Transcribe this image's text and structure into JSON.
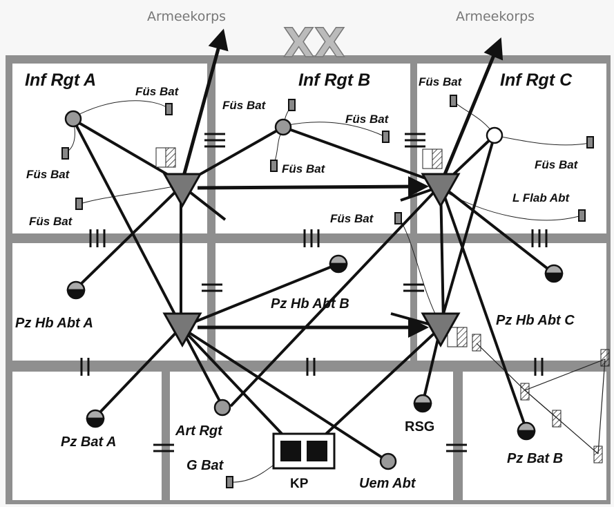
{
  "division_symbol": "XX",
  "labels": {
    "armeekorps_left": "Armeekorps",
    "armeekorps_right": "Armeekorps",
    "inf_rgt_a": "Inf Rgt A",
    "inf_rgt_b": "Inf Rgt B",
    "inf_rgt_c": "Inf Rgt C",
    "fus_bat": "Füs Bat",
    "l_flab_abt": "L Flab Abt",
    "pz_hb_abt_a": "Pz Hb Abt A",
    "pz_hb_abt_b": "Pz Hb Abt B",
    "pz_hb_abt_c": "Pz Hb Abt C",
    "pz_bat_a": "Pz Bat A",
    "pz_bat_b": "Pz Bat B",
    "art_rgt": "Art Rgt",
    "g_bat": "G Bat",
    "kp": "KP",
    "uem_abt": "Uem Abt",
    "rsg": "RSG"
  }
}
